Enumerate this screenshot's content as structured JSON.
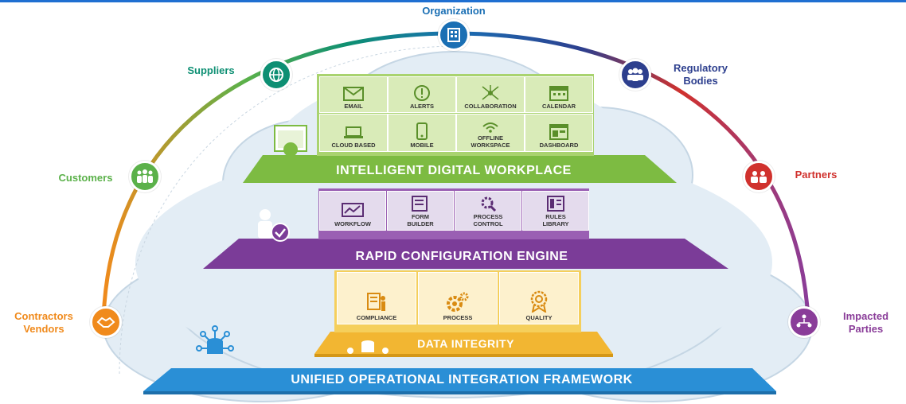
{
  "stakeholders": {
    "organization": {
      "label": "Organization",
      "color": "#1a6fb4",
      "icon": "building-icon"
    },
    "suppliers": {
      "label": "Suppliers",
      "color": "#0d8f73",
      "icon": "globe-network-icon"
    },
    "regulatory": {
      "label_line1": "Regulatory",
      "label_line2": "Bodies",
      "color": "#2d3f8e",
      "icon": "group-icon"
    },
    "customers": {
      "label": "Customers",
      "color": "#5bb14a",
      "icon": "people-icon"
    },
    "partners": {
      "label": "Partners",
      "color": "#d0312d",
      "icon": "partners-icon"
    },
    "contractors": {
      "label_line1": "Contractors",
      "label_line2": "Vendors",
      "color": "#f08a1c",
      "icon": "handshake-icon"
    },
    "impacted": {
      "label_line1": "Impacted",
      "label_line2": "Parties",
      "color": "#8a3d99",
      "icon": "network-people-icon"
    }
  },
  "layers": {
    "workplace": {
      "title": "INTELLIGENT DIGITAL WORKPLACE",
      "color": "#7dbb42",
      "tiles_row1": [
        {
          "label": "EMAIL",
          "icon": "email-icon"
        },
        {
          "label": "ALERTS",
          "icon": "alert-icon"
        },
        {
          "label": "COLLABORATION",
          "icon": "collaboration-icon"
        },
        {
          "label": "CALENDAR",
          "icon": "calendar-icon"
        }
      ],
      "tiles_row2": [
        {
          "label": "CLOUD BASED",
          "icon": "cloud-laptop-icon"
        },
        {
          "label": "MOBILE",
          "icon": "mobile-icon"
        },
        {
          "label": "OFFLINE WORKSPACE",
          "icon": "wifi-icon"
        },
        {
          "label": "DASHBOARD",
          "icon": "dashboard-icon"
        }
      ]
    },
    "rapid": {
      "title": "RAPID CONFIGURATION ENGINE",
      "color": "#7b3c98",
      "tiles": [
        {
          "label": "WORKFLOW",
          "icon": "workflow-icon"
        },
        {
          "label": "FORM BUILDER",
          "icon": "form-icon"
        },
        {
          "label": "PROCESS CONTROL",
          "icon": "process-control-icon"
        },
        {
          "label": "RULES LIBRARY",
          "icon": "rules-library-icon"
        }
      ]
    },
    "data": {
      "title": "DATA INTEGRITY",
      "color": "#f2b632",
      "tiles": [
        {
          "label": "COMPLIANCE",
          "icon": "compliance-icon"
        },
        {
          "label": "PROCESS",
          "icon": "gears-icon"
        },
        {
          "label": "QUALITY",
          "icon": "quality-badge-icon"
        }
      ]
    },
    "unified": {
      "title": "UNIFIED OPERATIONAL INTEGRATION FRAMEWORK",
      "color": "#2a8fd6"
    }
  }
}
